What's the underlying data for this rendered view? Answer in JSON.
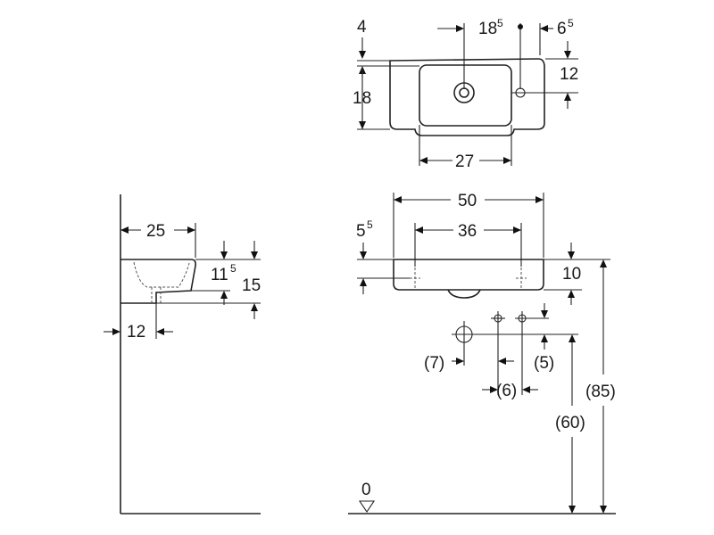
{
  "diagram": {
    "top_view": {
      "dim_rim": "4",
      "dim_tap_offset": {
        "base": "18",
        "sup": "5"
      },
      "dim_right_edge": {
        "base": "6",
        "sup": "5"
      },
      "dim_hole_height": "12",
      "dim_depth": "18",
      "dim_bowl_width": "27"
    },
    "side_view": {
      "dim_depth": "25",
      "dim_bowl_height": {
        "base": "11",
        "sup": "5"
      },
      "dim_total_height": "15",
      "dim_outlet_offset": "12"
    },
    "front_view": {
      "dim_width": "50",
      "dim_fixing_spacing": "36",
      "dim_top_offset": {
        "base": "5",
        "sup": "5"
      },
      "dim_height": "10",
      "dim_waste_offset": "(7)",
      "dim_supply_spacing": "(6)",
      "dim_supply_height": "(5)",
      "dim_waste_height": "(60)",
      "dim_mount_height": "(85)",
      "floor_level": "0"
    }
  }
}
